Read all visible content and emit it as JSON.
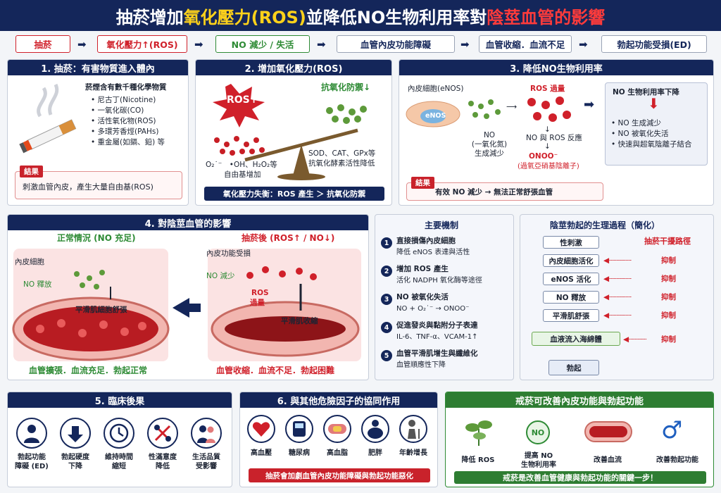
{
  "title": {
    "part1": "抽菸增加",
    "part2": "氧化壓力(ROS)",
    "part3": "並降低NO生物利用率對",
    "part4": "陰莖血管的影響"
  },
  "flow": [
    "抽菸",
    "氧化壓力↑(ROS)",
    "NO 減少 / 失活",
    "血管內皮功能障礙",
    "血管收縮．血流不足",
    "勃起功能受損(ED)"
  ],
  "panel1": {
    "title": "1. 抽菸：有害物質進入體內",
    "lead": "菸煙含有數千種化學物質",
    "items": [
      "尼古丁(Nicotine)",
      "一氧化碳(CO)",
      "活性氧化物(ROS)",
      "多環芳香烴(PAHs)",
      "重金屬(如鎘、鉛) 等"
    ],
    "result_tag": "結果",
    "result": "刺激血管內皮，產生大量自由基(ROS)"
  },
  "panel2": {
    "title": "2. 增加氧化壓力(ROS)",
    "ros_label": "ROS↑",
    "antioxidant_label": "抗氧化防禦↓",
    "free_radicals": "O₂˙⁻　•OH、H₂O₂等",
    "free_radicals2": "自由基增加",
    "enzymes": "SOD、CAT、GPx等",
    "enzymes2": "抗氧化酵素活性降低",
    "banner": "氧化壓力失衡：ROS 產生 ＞ 抗氧化防禦"
  },
  "panel3": {
    "title": "3. 降低NO生物利用率",
    "endo_label": "內皮細胞(eNOS)",
    "enos": "eNOS",
    "no_label1": "NO",
    "no_label2": "(一氧化氮)",
    "no_label3": "生成減少",
    "ros_excess": "ROS 過量",
    "reaction": "NO 與 ROS 反應",
    "onoo": "ONOO⁻",
    "onoo2": "(過氧亞硝基陰離子)",
    "side_title": "NO 生物利用率下降",
    "side_items": [
      "NO 生成減少",
      "NO 被氧化失活",
      "快速與超氧陰離子結合"
    ],
    "result_tag": "結果",
    "result": "有效 NO 減少 → 無法正常舒張血管"
  },
  "panel4": {
    "title": "4. 對陰莖血管的影響",
    "normal_title": "正常情況 (NO 充足)",
    "smoke_title": "抽菸後 (ROS↑ / NO↓)",
    "endo_cell": "內皮細胞",
    "no_release": "NO 釋放",
    "relax": "平滑肌細胞舒張",
    "endo_damage": "內皮功能受損",
    "no_less": "NO 減少",
    "ros_excess": "ROS",
    "ros_excess2": "過量",
    "contract": "平滑肌收縮",
    "normal_result": "血管擴張．血流充足．勃起正常",
    "smoke_result": "血管收縮．血流不足．勃起困難"
  },
  "mechanism": {
    "title": "主要機制",
    "items": [
      {
        "head": "直接損傷內皮細胞",
        "sub": "降低 eNOS 表達與活性"
      },
      {
        "head": "增加 ROS 產生",
        "sub": "活化 NADPH 氧化酶等途徑"
      },
      {
        "head": "NO 被氧化失活",
        "sub": "NO + O₂˙⁻ → ONOO⁻"
      },
      {
        "head": "促進發炎與黏附分子表達",
        "sub": "IL-6、TNF-α、VCAM-1↑"
      },
      {
        "head": "血管平滑肌增生與纖維化",
        "sub": "血管順應性下降"
      }
    ]
  },
  "erection": {
    "title": "陰莖勃起的生理過程（簡化）",
    "interfere": "抽菸干擾路徑",
    "steps": [
      "性刺激",
      "內皮細胞活化",
      "eNOS 活化",
      "NO 釋放",
      "平滑肌舒張",
      "血液流入海綿體",
      "勃起"
    ],
    "inhibit": "抑制"
  },
  "clinical": {
    "title": "5. 臨床後果",
    "items": [
      {
        "icon": "person-icon",
        "label": "勃起功能\n障礙 (ED)"
      },
      {
        "icon": "down-arrow-icon",
        "label": "勃起硬度\n下降"
      },
      {
        "icon": "clock-icon",
        "label": "維持時間\n縮短"
      },
      {
        "icon": "broken-icon",
        "label": "性滿意度\n降低"
      },
      {
        "icon": "couple-icon",
        "label": "生活品質\n受影響"
      }
    ]
  },
  "risk": {
    "title": "6. 與其他危險因子的協同作用",
    "items": [
      "高血壓",
      "糖尿病",
      "高血脂",
      "肥胖",
      "年齡增長"
    ],
    "banner": "抽菸會加劇血管內皮功能障礙與勃起功能惡化"
  },
  "quit": {
    "title": "戒菸可改善內皮功能與勃起功能",
    "items": [
      "降低 ROS",
      "提高 NO\n生物利用率",
      "改善血流",
      "改善勃起功能"
    ],
    "no_badge": "NO",
    "banner": "戒菸是改善血管健康與勃起功能的關鍵一步！"
  },
  "colors": {
    "navy": "#14265a",
    "red": "#d0202a",
    "green": "#2e8b35",
    "yellow": "#ffd21a"
  }
}
